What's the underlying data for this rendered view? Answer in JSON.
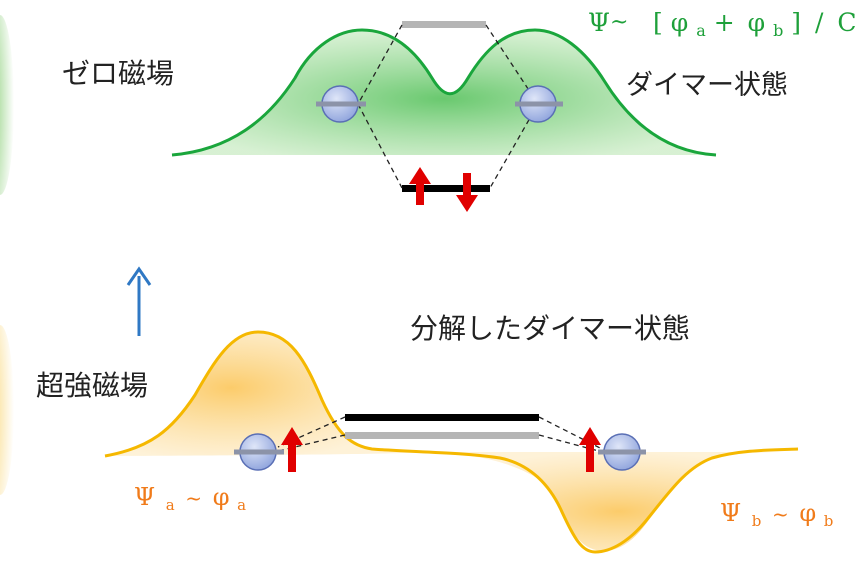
{
  "top_panel": {
    "label_field": "ゼロ磁場",
    "label_state": "ダイマー状態",
    "wavefunction": {
      "psi": "Ψ",
      "tilde": "~",
      "phi": "φ",
      "sub_a": "a",
      "sub_b": "b",
      "plus": "+",
      "open": "[",
      "close": "]",
      "slash": "/",
      "const": "C"
    }
  },
  "arrow": {
    "direction": "up"
  },
  "bottom_panel": {
    "label_field": "超強磁場",
    "label_state": "分解したダイマー状態",
    "left_wavefunction": {
      "psi": "Ψ",
      "sub": "a",
      "tilde": "~",
      "phi": "φ"
    },
    "right_wavefunction": {
      "psi": "Ψ",
      "sub": "b",
      "tilde": "~",
      "phi": "φ"
    }
  },
  "colors": {
    "green_curve": "#1aa63c",
    "green_fill": "#8fd48a",
    "orange_curve": "#f5b800",
    "orange_fill": "#fbd27a",
    "orange_text": "#f07b1a",
    "green_text": "#1ea03a",
    "spin_arrow": "#e00000",
    "atom_fill": "#b3c4ec",
    "atom_stroke": "#5a6fb5",
    "level_black": "#000000",
    "level_gray": "#b5b5b5",
    "up_arrow": "#2f78c4"
  }
}
